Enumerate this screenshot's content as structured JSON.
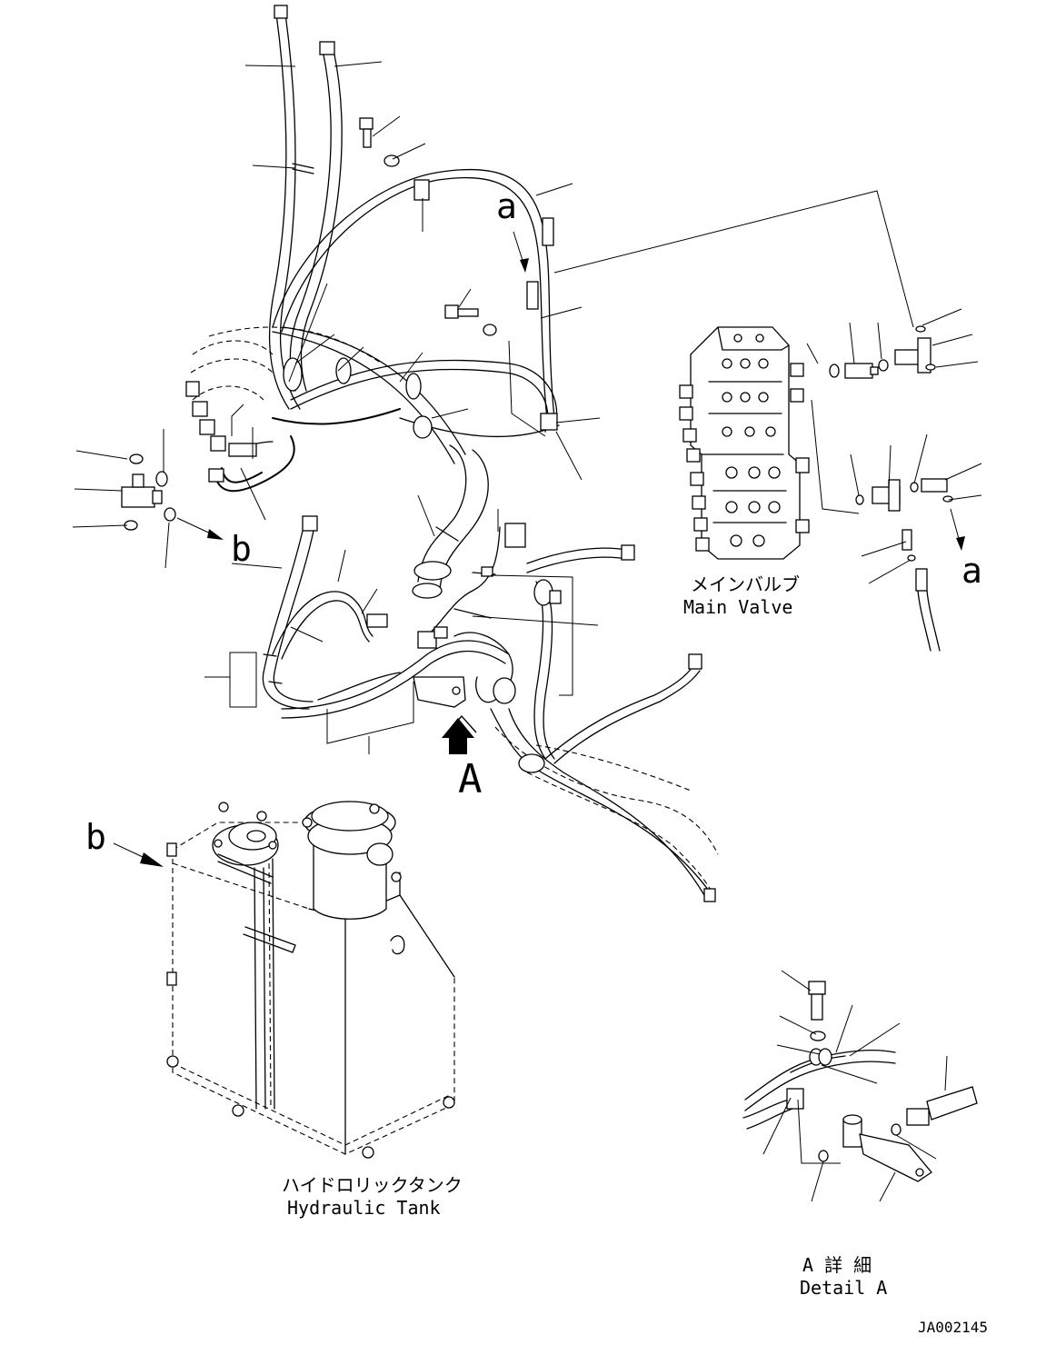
{
  "callouts": {
    "a_top": "a",
    "a_right": "a",
    "b_left": "b",
    "b_tank": "b",
    "A_arrow": "A"
  },
  "main_valve": {
    "jp": "メインバルブ",
    "en": "Main Valve"
  },
  "hydraulic_tank": {
    "jp": "ハイドロリックタンク",
    "en": "Hydraulic Tank"
  },
  "detail": {
    "jp": "A 詳 細",
    "en": "Detail A"
  },
  "drawing_number": "JA002145"
}
